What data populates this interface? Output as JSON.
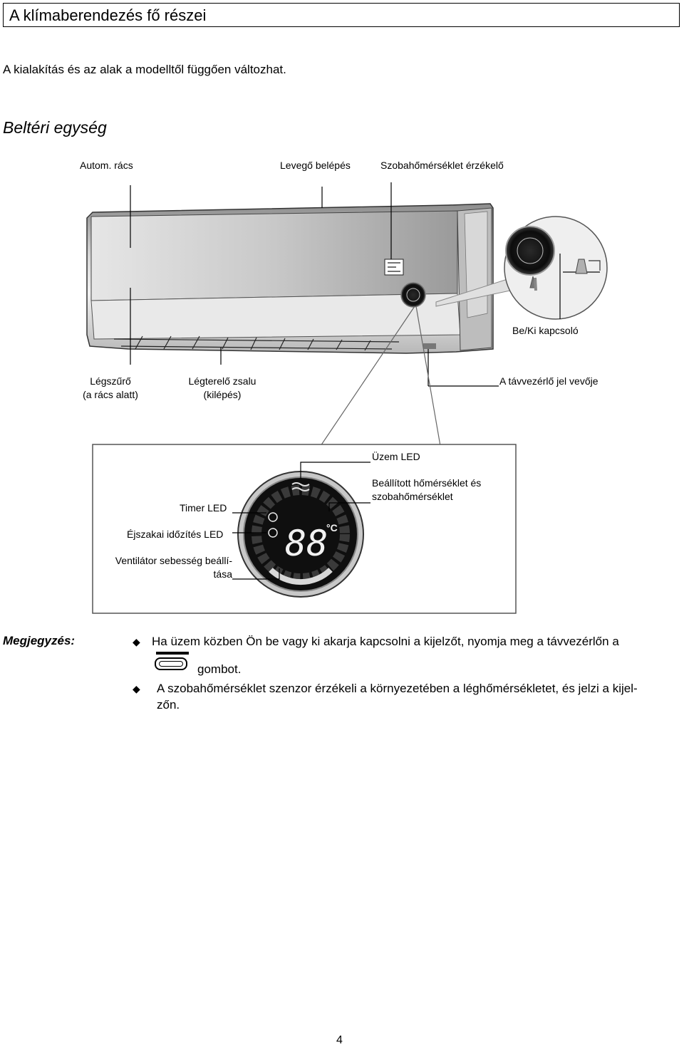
{
  "title": "A klímaberendezés fő részei",
  "intro": "A kialakítás és az alak a modelltől függően változhat.",
  "section_title": "Beltéri egység",
  "labels": {
    "grille": "Autom. rács",
    "air_inlet": "Levegő belépés",
    "room_sensor": "Szobahőmérséklet érzékelő",
    "onoff": "Be/Ki kapcsoló",
    "filter_1": "Légszűrő",
    "filter_2": "(a rács alatt)",
    "louver_1": "Légterelő zsalu",
    "louver_2": "(kilépés)",
    "receiver": "A távvezérlő jel vevője",
    "operation_led": "Üzem LED",
    "set_temp_1": "Beállított hőmérséklet és",
    "set_temp_2": "szobahőmérséklet",
    "timer_led": "Timer LED",
    "night_led": "Éjszakai időzítés LED",
    "fan_speed_1": "Ventilátor sebesség beállí-",
    "fan_speed_2": "tása"
  },
  "display": {
    "digits": "88",
    "unit": "°C"
  },
  "note": {
    "label": "Megjegyzés:",
    "item1_line1": "Ha üzem közben Ön be vagy ki akarja kapcsolni a kijelzőt, nyomja meg a távvezérlőn a",
    "item1_line2": "gombot.",
    "item2_line1": "A szobahőmérséklet szenzor érzékeli a környezetében a léghőmérsékletet, és jelzi a kijel-",
    "item2_line2": "zőn."
  },
  "page_number": "4"
}
